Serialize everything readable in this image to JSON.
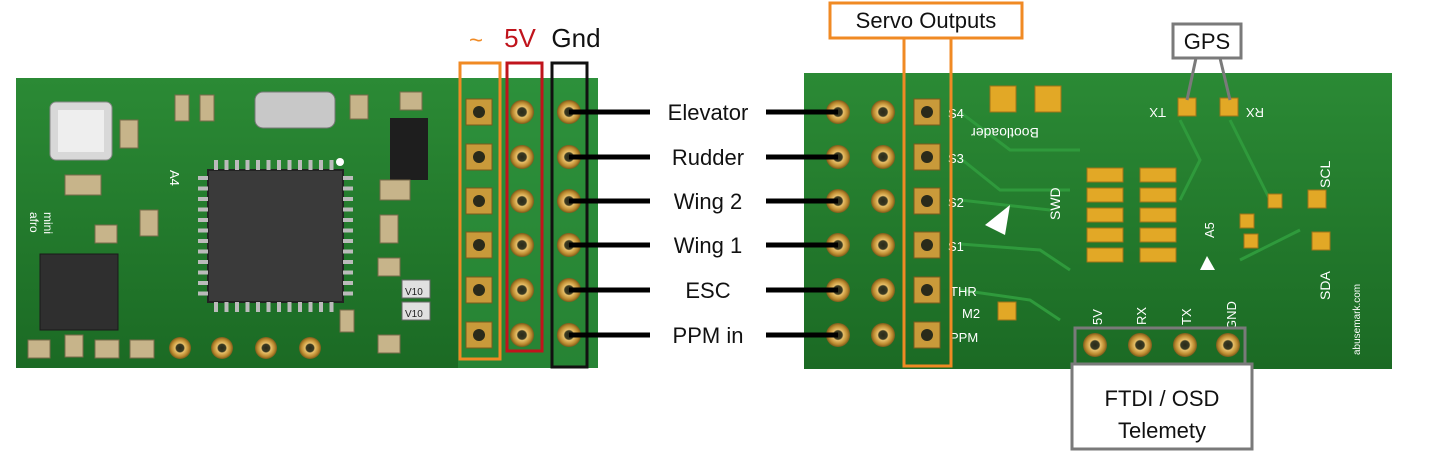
{
  "header_labels": {
    "signal": "~",
    "power": "5V",
    "ground": "Gnd"
  },
  "channel_labels": [
    "Elevator",
    "Rudder",
    "Wing 2",
    "Wing 1",
    "ESC",
    "PPM in"
  ],
  "callouts": {
    "servo_outputs": "Servo Outputs",
    "gps": "GPS",
    "ftdi_line1": "FTDI / OSD",
    "ftdi_line2": "Telemety"
  },
  "left_board": {
    "silk": {
      "a4": "A4",
      "brand1": "afro",
      "brand2": "mini",
      "v10a": "V10",
      "v10b": "V10"
    }
  },
  "right_board": {
    "silk": {
      "s4": "S4",
      "s3": "S3",
      "s2": "S2",
      "s1": "S1",
      "thr": "THR",
      "m2": "M2",
      "ppm": "PPM",
      "bootloader": "Bootloader",
      "tx_gps": "TX",
      "rx_gps": "RX",
      "swd": "SWD",
      "a5": "A5",
      "scl": "SCL",
      "sda": "SDA",
      "url": "abusemark.com",
      "v5": "5V",
      "rx": "RX",
      "tx": "TX",
      "gnd": "GND"
    }
  },
  "colors": {
    "board": "#1f7a2a",
    "board_dark": "#145a1c",
    "signal_box": "#f08a24",
    "power_box": "#c0141c",
    "ground_box": "#111111",
    "callout_gray": "#7a7a7a",
    "pad_gold": "#c99a3a"
  }
}
